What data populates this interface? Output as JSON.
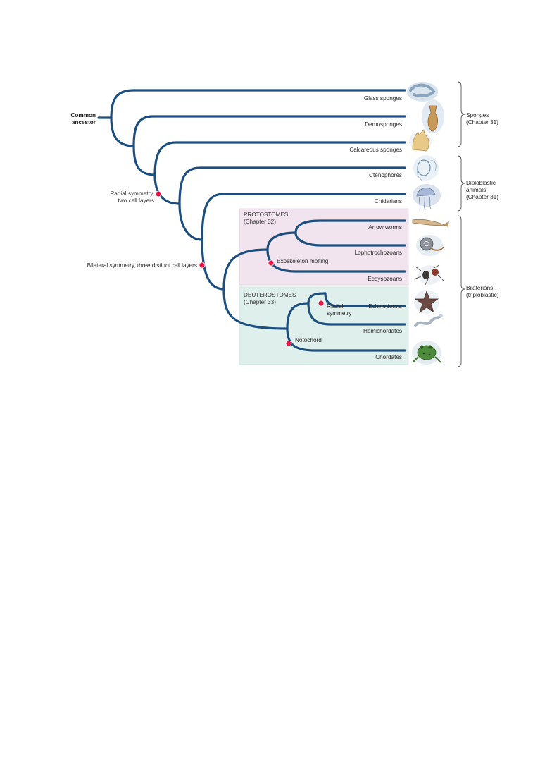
{
  "root_label": [
    "Common",
    "ancestor"
  ],
  "colors": {
    "branch": "#1c4f7f",
    "node": "#e8174a",
    "protostome_box": "#f1e4ef",
    "deuterostome_box": "#dff0ec",
    "bracket": "#555555"
  },
  "taxa": [
    {
      "label": "Glass sponges",
      "icon": "glass-sponge-icon"
    },
    {
      "label": "Demosponges",
      "icon": "demosponge-icon"
    },
    {
      "label": "Calcareous sponges",
      "icon": "calcareous-sponge-icon"
    },
    {
      "label": "Ctenophores",
      "icon": "ctenophore-icon"
    },
    {
      "label": "Cnidarians",
      "icon": "jellyfish-icon"
    },
    {
      "label": "Arrow worms",
      "icon": "arrow-worm-icon"
    },
    {
      "label": "Lophotrochozoans",
      "icon": "snail-icon"
    },
    {
      "label": "Ecdysozoans",
      "icon": "insect-icon"
    },
    {
      "label": "Echinoderms",
      "icon": "starfish-icon"
    },
    {
      "label": "Hemichordates",
      "icon": "acorn-worm-icon"
    },
    {
      "label": "Chordates",
      "icon": "frog-icon"
    }
  ],
  "nodes": {
    "radial": [
      "Radial symmetry,",
      "two cell layers"
    ],
    "bilateral": "Bilateral symmetry, three distinct cell layers",
    "exoskeleton": "Exoskeleton molting",
    "radial_echino": [
      "Radial",
      "symmetry"
    ],
    "notochord": "Notochord"
  },
  "groups": {
    "protostomes": {
      "title": "PROTOSTOMES",
      "chapter": "(Chapter 32)"
    },
    "deuterostomes": {
      "title": "DEUTEROSTOMES",
      "chapter": "(Chapter 33)"
    }
  },
  "brackets": [
    {
      "lines": [
        "Sponges",
        "(Chapter 31)"
      ]
    },
    {
      "lines": [
        "Diploblastic",
        "animals",
        "(Chapter 31)"
      ]
    },
    {
      "lines": [
        "Bilaterians",
        "(triploblastic)"
      ]
    }
  ]
}
